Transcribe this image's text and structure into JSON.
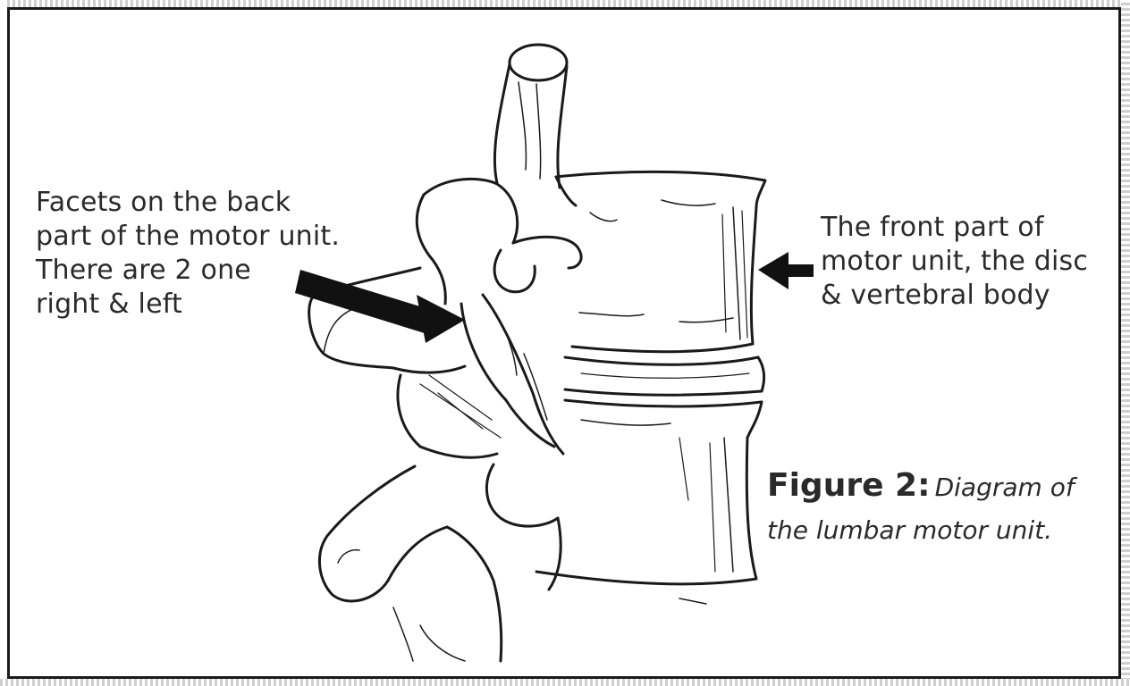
{
  "figure": {
    "left_annotation": {
      "lines": [
        "Facets on the back",
        "part of the motor unit.",
        "There are 2 one",
        "right & left"
      ]
    },
    "right_annotation": {
      "lines": [
        "The front part of",
        "motor unit, the disc",
        "& vertebral body"
      ]
    },
    "caption": {
      "figure_label": "Figure 2:",
      "description_lines": [
        "Diagram of",
        "the lumbar motor unit."
      ]
    },
    "colors": {
      "ink": "#1a1a1a",
      "text": "#2a2a2a",
      "background": "#ffffff"
    },
    "illustration": "lumbar-vertebra-motor-unit-drawing",
    "arrows": [
      "left-arrow-to-facets",
      "right-arrow-to-vertebral-body"
    ]
  }
}
